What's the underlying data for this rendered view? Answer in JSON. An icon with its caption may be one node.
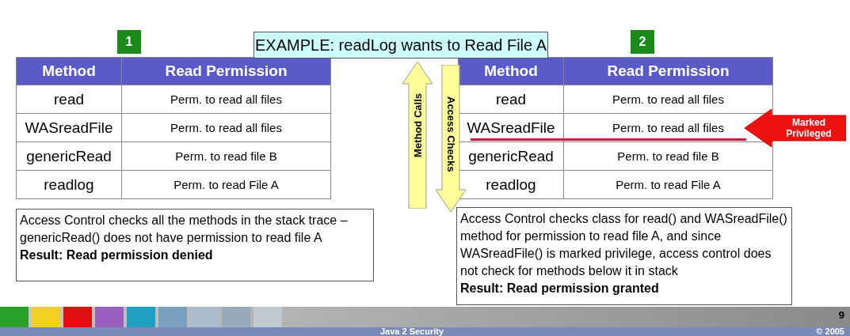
{
  "diagram": {
    "nodes": [
      {
        "text": [
          "EXAMPLE: readLog wants to Read File A"
        ]
      },
      {
        "text": [
          "1"
        ]
      },
      {
        "text": [
          "2"
        ]
      },
      {
        "text": [
          "Method Calls"
        ]
      },
      {
        "text": [
          "Access Checks"
        ]
      },
      {
        "text": [
          "Marked Privileged"
        ]
      },
      {
        "text": [
          "Access Control checks all the methods in the stack trace – genericRead() does not have permission to read file A",
          "Result: Read permission denied"
        ]
      },
      {
        "text": [
          "Access Control checks class for read() and WASreadFile()  method for permission to read file A, and since WASreadFile() is marked privilege, access control does not check  for methods below it in stack",
          "Result: Read permission granted"
        ]
      }
    ],
    "labels": [
      "Method",
      "Read Permission",
      "read",
      "Perm. to read all files",
      "WASreadFile",
      "Perm. to read all files",
      "genericRead",
      "Perm. to read file B",
      "readlog",
      "Perm. to read File A",
      "Method",
      "Read Permission",
      "read",
      "Perm. to read all files",
      "WASreadFile",
      "Perm. to read all files",
      "genericRead",
      "Perm. to read file B",
      "readlog",
      "Perm. to read File A",
      "9",
      "Java 2 Security",
      "© 2005"
    ]
  }
}
